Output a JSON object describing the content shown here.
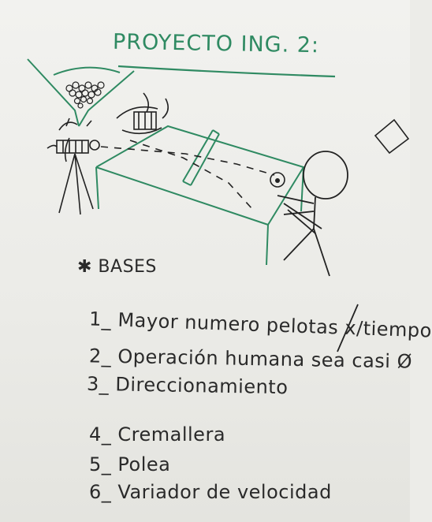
{
  "title": "PROYECTO ING. 2:",
  "bases_heading": "✱ BASES",
  "bases": [
    "1_ Mayor numero pelotas x/tiempo",
    "2_ Operación humana sea casi Ø",
    "3_ Direccionamiento",
    "4_ Cremallera",
    "5_ Polea",
    "6_ Variador de velocidad"
  ],
  "colors": {
    "ink": "#2a2a2a",
    "green_marker": "#2f8a62",
    "paper": "#efefeb"
  }
}
